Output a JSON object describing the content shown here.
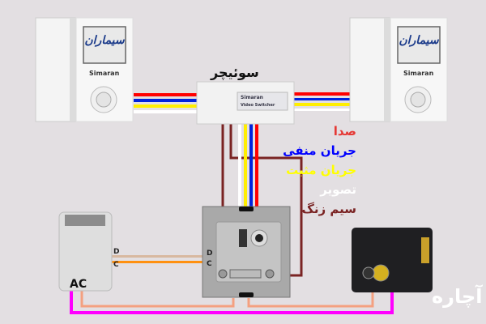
{
  "switcher": {
    "title": "سوئیچر",
    "brand": "Simaran",
    "model": "Video Switcher"
  },
  "monitors": [
    {
      "logo": "سیماران",
      "brand": "Simaran"
    },
    {
      "logo": "سیماران",
      "brand": "Simaran"
    }
  ],
  "legend": [
    {
      "label": "صدا",
      "color": "#e53935"
    },
    {
      "label": "جریان منفی",
      "color": "#0000ff"
    },
    {
      "label": "جریان مثبت",
      "color": "#ffff00"
    },
    {
      "label": "تصویر",
      "color": "#ffffff"
    },
    {
      "label": "سیم زنگ",
      "color": "#7a2323"
    }
  ],
  "adapter": {
    "label": "AC",
    "terminal_d": "D",
    "terminal_c": "C"
  },
  "door_panel": {
    "terminal_d": "D",
    "terminal_c": "C"
  },
  "watermark": "آچاره",
  "colors": {
    "red": "#ff0000",
    "blue": "#0022dd",
    "yellow": "#ffee00",
    "white": "#ffffff",
    "brown": "#7a2323",
    "magenta": "#ff00ff",
    "salmon": "#f4a080",
    "orange": "#ff9010",
    "tan": "#d8b8a0"
  }
}
